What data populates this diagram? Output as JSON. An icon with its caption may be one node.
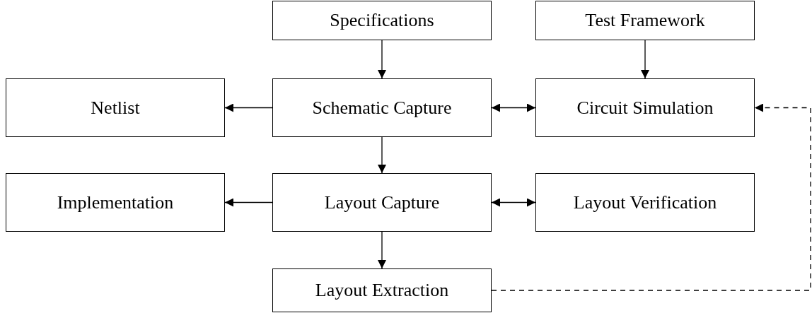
{
  "diagram": {
    "nodes": [
      {
        "text": [
          "Specifications"
        ]
      },
      {
        "text": [
          "Test Framework"
        ]
      },
      {
        "text": [
          "Netlist"
        ]
      },
      {
        "text": [
          "Schematic Capture"
        ]
      },
      {
        "text": [
          "Circuit Simulation"
        ]
      },
      {
        "text": [
          "Implementation"
        ]
      },
      {
        "text": [
          "Layout Capture"
        ]
      },
      {
        "text": [
          "Layout Verification"
        ]
      },
      {
        "text": [
          "Layout Extraction"
        ]
      }
    ],
    "edges": [
      {
        "from": 0,
        "to": 3,
        "arrow": "to"
      },
      {
        "from": 1,
        "to": 4,
        "arrow": "to"
      },
      {
        "from": 3,
        "to": 2,
        "arrow": "to"
      },
      {
        "from": 3,
        "to": 4,
        "arrow": "both"
      },
      {
        "from": 3,
        "to": 6,
        "arrow": "to"
      },
      {
        "from": 6,
        "to": 5,
        "arrow": "to"
      },
      {
        "from": 6,
        "to": 7,
        "arrow": "both"
      },
      {
        "from": 6,
        "to": 8,
        "arrow": "to"
      },
      {
        "from": 8,
        "to": 4,
        "arrow": "to",
        "style": "dashed"
      }
    ]
  }
}
